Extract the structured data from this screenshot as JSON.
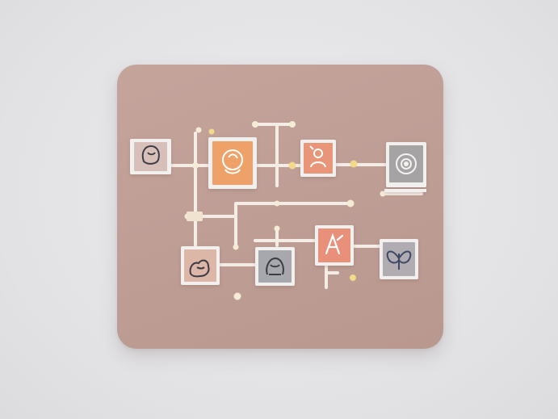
{
  "colors": {
    "background": "#e4e4e6",
    "board": "#c0a097",
    "connector": "#f4ede6",
    "dot": "#f6ecd6",
    "dot_accent": "#f3d98a",
    "node_frame": "#f2efef"
  },
  "nodes": [
    {
      "id": "node-1",
      "icon": "face-icon",
      "fill": "#d7c0ba"
    },
    {
      "id": "node-2",
      "icon": "head-icon",
      "fill": "#eea168"
    },
    {
      "id": "node-3",
      "icon": "person-icon",
      "fill": "#e89579"
    },
    {
      "id": "node-4",
      "icon": "target-icon",
      "fill": "#a6a3a4"
    },
    {
      "id": "node-5",
      "icon": "hand-icon",
      "fill": "#dcb6a6"
    },
    {
      "id": "node-6",
      "icon": "group-icon",
      "fill": "#a6a8ad"
    },
    {
      "id": "node-7",
      "icon": "arrow-icon",
      "fill": "#e8907a"
    },
    {
      "id": "node-8",
      "icon": "butterfly-icon",
      "fill": "#b1acb1"
    }
  ]
}
